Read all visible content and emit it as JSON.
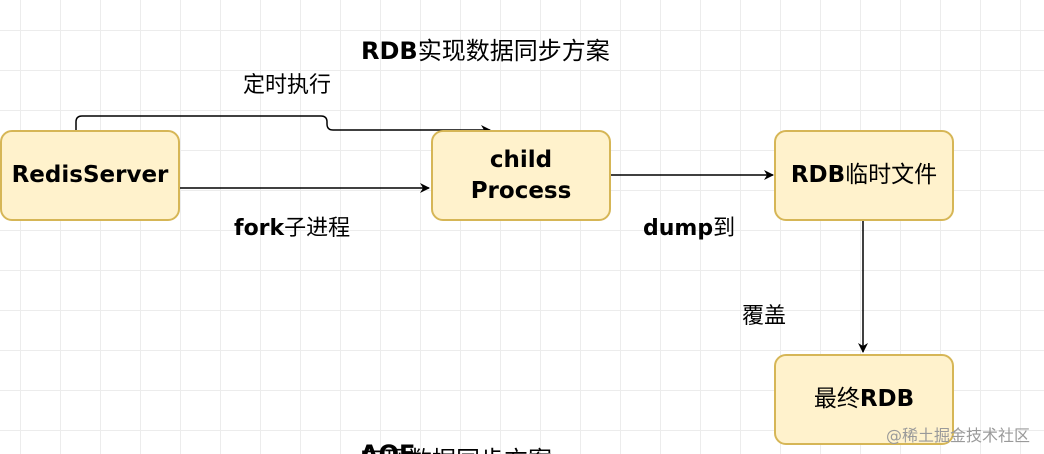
{
  "title": {
    "bold": "RDB",
    "rest": "实现数据同步方案"
  },
  "nodes": {
    "redis_server": {
      "bold": "RedisServer",
      "rest": ""
    },
    "child_process": {
      "bold": "child\nProcess",
      "rest": ""
    },
    "rdb_temp": {
      "bold": "RDB",
      "rest": "临时文件"
    },
    "final_rdb": {
      "rest": "最终",
      "bold": "RDB"
    }
  },
  "edges": {
    "scheduled": {
      "text": "定时执行"
    },
    "fork": {
      "bold": "fork",
      "rest": "子进程"
    },
    "dump": {
      "bold": "dump",
      "rest": "到"
    },
    "overwrite": {
      "text": "覆盖"
    }
  },
  "next_title": {
    "bold": "AOF",
    "rest": "实现数据同步方案"
  },
  "watermark": "@稀土掘金技术社区",
  "colors": {
    "node_fill": "#fff2cc",
    "node_border": "#d6b656",
    "edge": "#000000"
  }
}
